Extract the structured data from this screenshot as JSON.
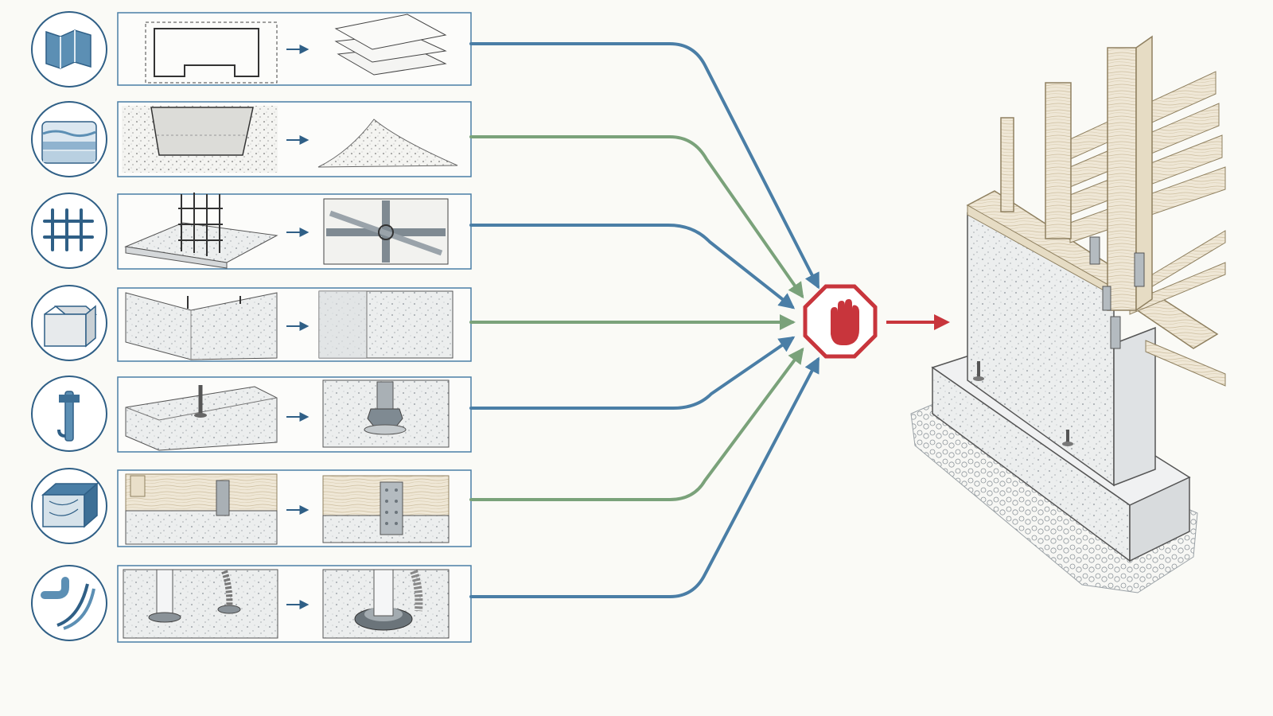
{
  "diagram": {
    "rows": [
      {
        "id": "layout",
        "icon": "floor-plan-icon",
        "stage_from": "site-layout-plan",
        "stage_to": "stacked-plan-sheets",
        "connector": "blue"
      },
      {
        "id": "excavation",
        "icon": "soil-layers-icon",
        "stage_from": "excavated-trench",
        "stage_to": "gravel-pile",
        "connector": "green"
      },
      {
        "id": "rebar",
        "icon": "rebar-grid-icon",
        "stage_from": "rebar-cage-on-footing",
        "stage_to": "tied-rebar-intersection",
        "connector": "blue"
      },
      {
        "id": "concrete",
        "icon": "concrete-cube-icon",
        "stage_from": "concrete-wall-corner",
        "stage_to": "concrete-surface-closeup",
        "connector": "green"
      },
      {
        "id": "anchor",
        "icon": "anchor-bolt-icon",
        "stage_from": "anchor-bolt-in-slab",
        "stage_to": "bolt-nut-closeup",
        "connector": "blue"
      },
      {
        "id": "sill",
        "icon": "timber-beam-icon",
        "stage_from": "sill-plate-with-strap",
        "stage_to": "metal-strap-closeup",
        "connector": "green"
      },
      {
        "id": "utilities",
        "icon": "pipe-conduit-icon",
        "stage_from": "pipe-penetrations",
        "stage_to": "pipe-sleeve-closeup",
        "connector": "blue"
      }
    ],
    "hub": {
      "icon": "stop-hand-icon",
      "color": "#c8353c"
    },
    "result": {
      "icon": "foundation-assembly-illustration"
    },
    "colors": {
      "blue": "#4a7ea6",
      "green": "#7aa27a",
      "red": "#c8353c",
      "ink": "#3c4a56",
      "concrete": "#e7e9ea",
      "wood": "#efe7d6"
    }
  }
}
